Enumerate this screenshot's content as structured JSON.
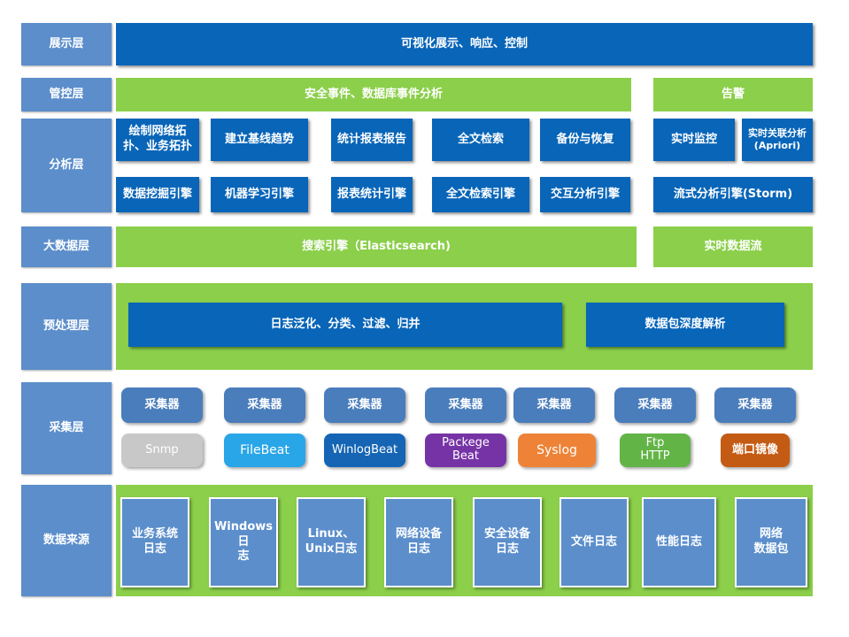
{
  "layers": {
    "presentation": "展示层",
    "management": "管控层",
    "analysis": "分析层",
    "bigdata": "大数据层",
    "preprocess": "预处理层",
    "collection": "采集层",
    "source": "数据来源"
  },
  "presentation": {
    "main": "可视化展示、响应、控制"
  },
  "management": {
    "main": "安全事件、数据库事件分析",
    "alarm": "告警"
  },
  "analysis": {
    "row1": [
      "绘制网络拓\n扑、业务拓扑",
      "建立基线趋势",
      "统计报表报告",
      "全文检索",
      "备份与恢复"
    ],
    "row2": [
      "数据挖掘引擎",
      "机器学习引擎",
      "报表统计引擎",
      "全文检索引擎",
      "交互分析引擎"
    ],
    "realtime_monitor": "实时监控",
    "realtime_correlation": "实时关联分析\n(Apriori)",
    "stream_engine": "流式分析引擎(Storm)"
  },
  "bigdata": {
    "search": "搜索引擎（Elasticsearch)",
    "stream": "实时数据流"
  },
  "preprocess": {
    "normalize": "日志泛化、分类、过滤、归并",
    "packet": "数据包深度解析"
  },
  "collection": {
    "collectors": [
      "采集器",
      "采集器",
      "采集器",
      "采集器",
      "采集器",
      "采集器",
      "采集器"
    ],
    "agents": [
      {
        "label": "Snmp",
        "color": "#c8c8c8"
      },
      {
        "label": "FileBeat",
        "color": "#29a6e8"
      },
      {
        "label": "WinlogBeat",
        "color": "#1565b4"
      },
      {
        "label": "Packege\nBeat",
        "color": "#7633a6"
      },
      {
        "label": "Syslog",
        "color": "#ee8337"
      },
      {
        "label": "Ftp\nHTTP",
        "color": "#62b446"
      },
      {
        "label": "端口镜像",
        "color": "#c45b14"
      }
    ]
  },
  "sources": [
    "业务系统\n日志",
    "Windows日\n志",
    "Linux、\nUnix日志",
    "网络设备\n日志",
    "安全设备\n日志",
    "文件日志",
    "性能日志",
    "网络\n数据包"
  ]
}
